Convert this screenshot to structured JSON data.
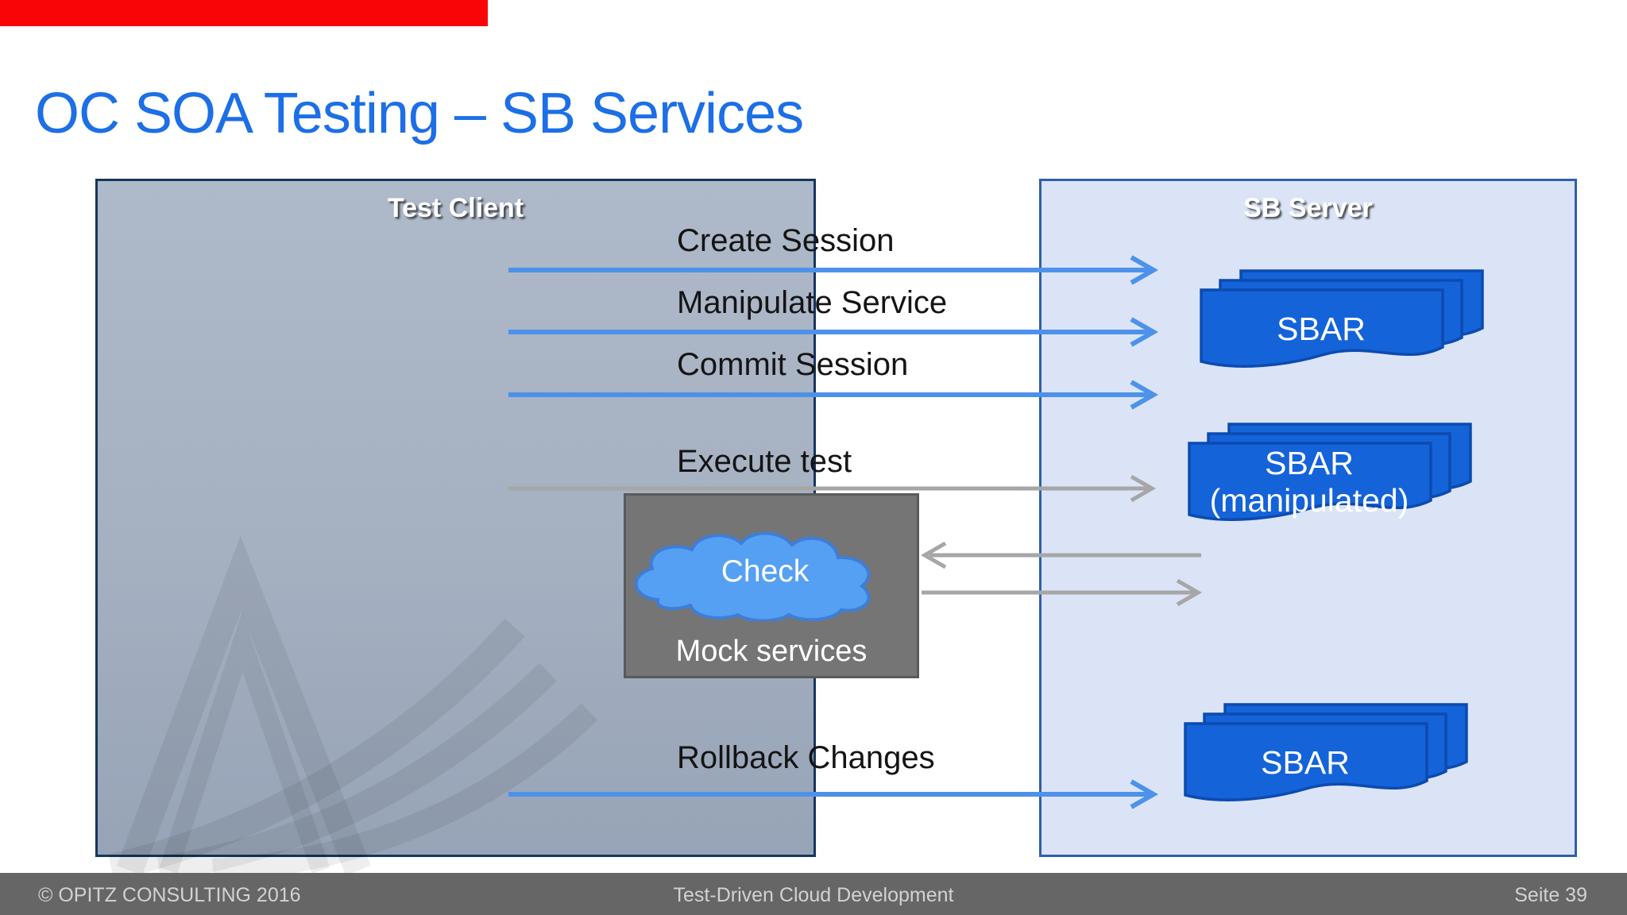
{
  "title": "OC SOA Testing – SB Services",
  "top_bar": {
    "color": "#fa0505"
  },
  "panels": {
    "test_client": {
      "label": "Test Client"
    },
    "sb_server": {
      "label": "SB Server"
    }
  },
  "flows": [
    {
      "label": "Create Session",
      "style": "blue",
      "direction": "right"
    },
    {
      "label": "Manipulate Service",
      "style": "blue",
      "direction": "right"
    },
    {
      "label": "Commit Session",
      "style": "blue",
      "direction": "right"
    },
    {
      "label": "Execute test",
      "style": "gray",
      "direction": "right"
    },
    {
      "label": "Rollback Changes",
      "style": "blue",
      "direction": "right"
    }
  ],
  "mock": {
    "cloud_label": "Check",
    "box_label": "Mock services"
  },
  "artifacts": [
    {
      "line1": "SBAR",
      "line2": ""
    },
    {
      "line1": "SBAR",
      "line2": "(manipulated)"
    },
    {
      "line1": "SBAR",
      "line2": ""
    }
  ],
  "footer": {
    "copyright": "© OPITZ CONSULTING 2016",
    "center": "Test-Driven Cloud Development",
    "page": "Seite 39"
  },
  "colors": {
    "red": "#fa0505",
    "title-blue": "#1c6fe6",
    "arrow-blue": "#4d92ea",
    "arrow-gray": "#a6a6a6",
    "doc-blue": "#1463d9",
    "doc-border": "#0c4bb0",
    "cloud-blue": "#55a0f2",
    "cloud-border": "#3f7ed8",
    "sb-fill": "#dbe4f6",
    "sb-border": "#2d5fae",
    "mock-gray": "#757575",
    "footer-gray": "#666666"
  }
}
